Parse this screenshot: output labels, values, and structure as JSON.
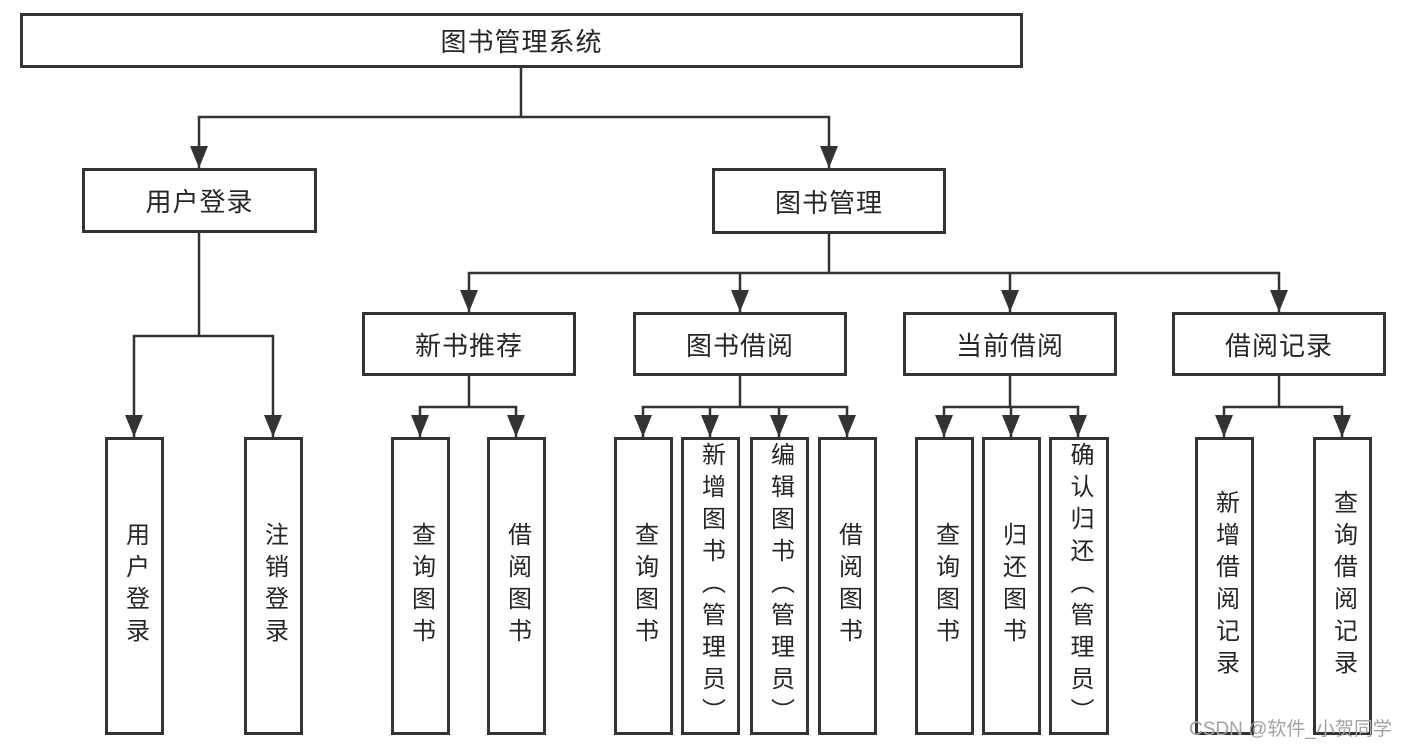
{
  "diagram": {
    "title": "图书管理系统",
    "branches": [
      {
        "label": "用户登录",
        "children": [
          {
            "label": "用户登录"
          },
          {
            "label": "注销登录"
          }
        ]
      },
      {
        "label": "图书管理",
        "children": [
          {
            "label": "新书推荐",
            "children": [
              {
                "label": "查询图书"
              },
              {
                "label": "借阅图书"
              }
            ]
          },
          {
            "label": "图书借阅",
            "children": [
              {
                "label": "查询图书"
              },
              {
                "label": "新增图书（管理员）"
              },
              {
                "label": "编辑图书（管理员）"
              },
              {
                "label": "借阅图书"
              }
            ]
          },
          {
            "label": "当前借阅",
            "children": [
              {
                "label": "查询图书"
              },
              {
                "label": "归还图书"
              },
              {
                "label": "确认归还（管理员）"
              }
            ]
          },
          {
            "label": "借阅记录",
            "children": [
              {
                "label": "新增借阅记录"
              },
              {
                "label": "查询借阅记录"
              }
            ]
          }
        ]
      }
    ]
  },
  "watermark": {
    "text": "CSDN @软件_小贺同学"
  },
  "colors": {
    "line": "#333333",
    "border": "#333333",
    "text": "#262626",
    "background": "#ffffff",
    "watermark": "#a3a3a3"
  }
}
